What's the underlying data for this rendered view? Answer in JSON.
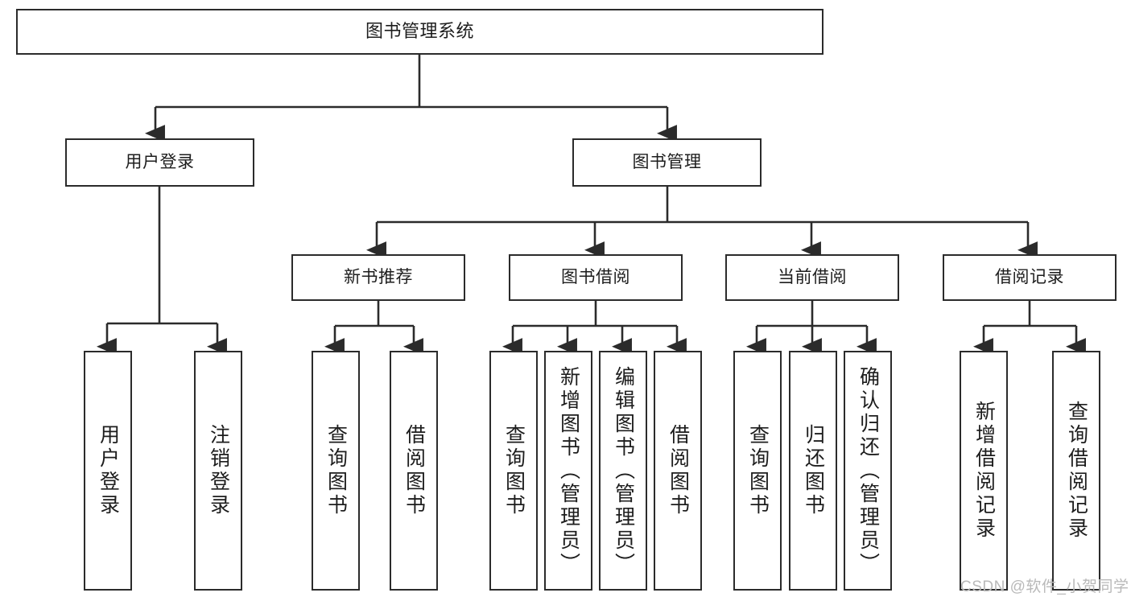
{
  "diagram": {
    "title": "图书管理系统",
    "type": "tree",
    "watermark": "CSDN @软件_小贺同学",
    "colors": {
      "stroke": "#2b2b2b",
      "fill": "#ffffff",
      "text": "#1d1d1d",
      "watermark": "#b9b9b9"
    },
    "nodes": {
      "root": {
        "label": "图书管理系统"
      },
      "level2": [
        {
          "label": "用户登录"
        },
        {
          "label": "图书管理"
        }
      ],
      "level3": [
        {
          "label": "新书推荐"
        },
        {
          "label": "图书借阅"
        },
        {
          "label": "当前借阅"
        },
        {
          "label": "借阅记录"
        }
      ],
      "leaves": {
        "user_login": [
          {
            "label": "用户登录"
          },
          {
            "label": "注销登录"
          }
        ],
        "new_book_recommend": [
          {
            "label": "查询图书"
          },
          {
            "label": "借阅图书"
          }
        ],
        "book_borrow": [
          {
            "label": "查询图书"
          },
          {
            "label": "新增图书（管理员）"
          },
          {
            "label": "编辑图书（管理员）"
          },
          {
            "label": "借阅图书"
          }
        ],
        "current_borrow": [
          {
            "label": "查询图书"
          },
          {
            "label": "归还图书"
          },
          {
            "label": "确认归还（管理员）"
          }
        ],
        "borrow_record": [
          {
            "label": "新增借阅记录"
          },
          {
            "label": "查询借阅记录"
          }
        ]
      }
    }
  }
}
